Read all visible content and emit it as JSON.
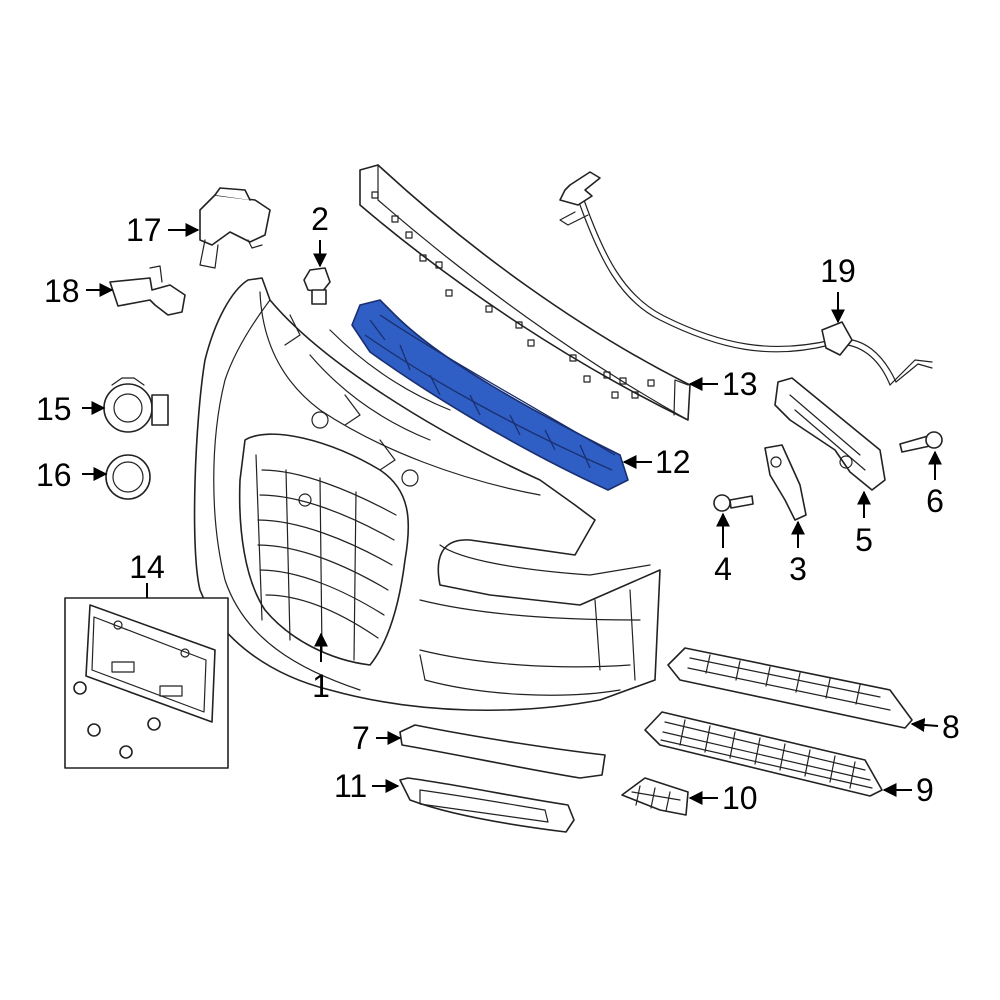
{
  "callouts": {
    "c1": "1",
    "c2": "2",
    "c3": "3",
    "c4": "4",
    "c5": "5",
    "c6": "6",
    "c7": "7",
    "c8": "8",
    "c9": "9",
    "c10": "10",
    "c11": "11",
    "c12": "12",
    "c13": "13",
    "c14": "14",
    "c15": "15",
    "c16": "16",
    "c17": "17",
    "c18": "18",
    "c19": "19"
  },
  "highlight_color": "#2f5fc4"
}
